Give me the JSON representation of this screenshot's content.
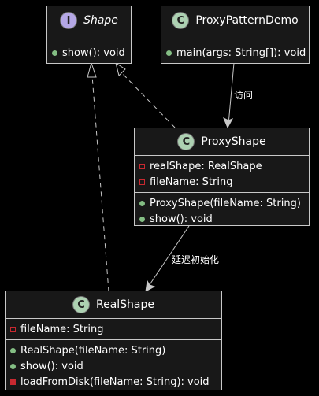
{
  "diagram": {
    "classes": {
      "shape": {
        "stereotype": "I",
        "name": "Shape",
        "methods": [
          "show(): void"
        ]
      },
      "demo": {
        "stereotype": "C",
        "name": "ProxyPatternDemo",
        "methods": [
          "main(args: String[]): void"
        ]
      },
      "proxy": {
        "stereotype": "C",
        "name": "ProxyShape",
        "fields": [
          "realShape: RealShape",
          "fileName: String"
        ],
        "methods": [
          "ProxyShape(fileName: String)",
          "show(): void"
        ]
      },
      "real": {
        "stereotype": "C",
        "name": "RealShape",
        "fields": [
          "fileName: String"
        ],
        "methods": [
          "RealShape(fileName: String)",
          "show(): void",
          "loadFromDisk(fileName: String): void"
        ]
      }
    },
    "edges": {
      "visit_label": "访问",
      "lazy_label": "延迟初始化"
    },
    "colors": {
      "background": "#000000",
      "box_fill": "#181818",
      "border": "#c8c8c8",
      "class_badge": "#add1b2",
      "interface_badge": "#b4a7e5",
      "public": "#84be84",
      "private": "#c82930"
    }
  }
}
